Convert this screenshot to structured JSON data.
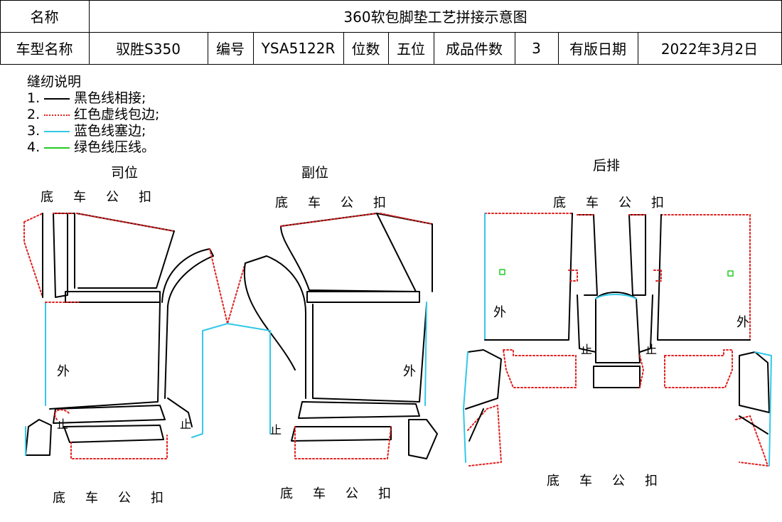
{
  "header": {
    "name_label": "名称",
    "title": "360软包脚垫工艺拼接示意图",
    "model_label": "车型名称",
    "model_value": "驭胜S350",
    "code_label": "编号",
    "code_value": "YSA5122R",
    "seats_label": "位数",
    "seats_value": "五位",
    "pieces_label": "成品件数",
    "pieces_value": "3",
    "date_label": "有版日期",
    "date_value": "2022年3月2日"
  },
  "legend": {
    "title": "缝纫说明",
    "items": [
      {
        "num": "1.",
        "text": "黑色线相接;",
        "color": "#000000",
        "style": "solid"
      },
      {
        "num": "2.",
        "text": "红色虚线包边;",
        "color": "#e02020",
        "style": "dotted"
      },
      {
        "num": "3.",
        "text": "蓝色线塞边;",
        "color": "#33c8e8",
        "style": "solid"
      },
      {
        "num": "4.",
        "text": "绿色线压线。",
        "color": "#22cc22",
        "style": "solid"
      }
    ]
  },
  "sections": {
    "driver": "司位",
    "passenger": "副位",
    "rear": "后排"
  },
  "labels": {
    "bottom_buckle": "底车公扣",
    "outer": "外",
    "stop": "止"
  },
  "colors": {
    "black": "#000000",
    "red": "#e02020",
    "cyan": "#33c8e8",
    "green": "#22cc22"
  }
}
